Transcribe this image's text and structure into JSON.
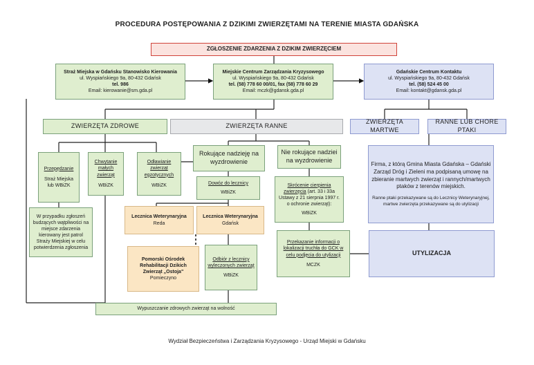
{
  "title": "PROCEDURA POSTĘPOWANIA Z DZIKIMI ZWIERZĘTAMI NA TERENIE MIASTA GDAŃSKA",
  "report": "ZGŁOSZENIE ZDARZENIA Z DZIKIM ZWIERZĘCIEM",
  "straz": {
    "name": "Straż Miejska w Gdańsku Stanowisko Kierowania",
    "address": "ul. Wyspiańskiego 9a, 80-432 Gdańsk",
    "tel": "tel. 986",
    "email": "Email: kierowanie@sm.gda.pl"
  },
  "mczk": {
    "name": "Miejskie Centrum Zarządzania Kryzysowego",
    "address": "ul. Wyspiańskiego 9a, 80-432 Gdańsk",
    "tel": "tel. (58) 778 60 00/01, fax (58) 778 60 29",
    "email": "Email: mczk@gdansk.gda.pl"
  },
  "gck": {
    "name": "Gdańskie Centrum Kontaktu",
    "address": "ul. Wyspiańskiego 9a, 80-432 Gdańsk",
    "tel": "tel. (58) 524 45 00",
    "email": "Email: kontakt@gdansk.gda.pl"
  },
  "categories": {
    "healthy": "ZWIERZĘTA ZDROWE",
    "injured": "ZWIERZĘTA RANNE",
    "dead": "ZWIERZĘTA MARTWE",
    "birds": "RANNE LUB CHORE PTAKI"
  },
  "healthy": {
    "chase_label": "Przepędzanie",
    "chase_by": "Straż Miejska lub WBiZK",
    "catch_label": "Chwytanie małych zwierząt",
    "catch_by": "WBiZK",
    "exotic_label": "Odławianie zwierząt egzotycznych",
    "exotic_by": "WBiZK",
    "doubt": "W przypadku zgłoszeń budzących wątpliwości na miejsce zdarzenia kierowany jest patrol Straży Miejskiej w celu potwierdzenia zgłoszenia"
  },
  "injured": {
    "hopeful": "Rokujące nadzieję na wyzdrowienie",
    "hopeless": "Nie rokujące nadziei na wyzdrowienie",
    "transport_label": "Dowóz do lecznicy",
    "transport_by": "WBiZK",
    "shorten_label": "Skrócenie cierpienia zwierzęcia",
    "shorten_text": "(art. 33 i 33a Ustawy z 21 sierpnia 1997 r. o ochronie zwierząt):",
    "shorten_by": "WBiZK",
    "info_label": "Przekazanie informacji o lokalizacji truchła do GCK w celu podjęcia do utylizacji",
    "info_by": "MCZK",
    "clinic1_name": "Lecznica Weterynaryjna",
    "clinic1_city": "Reda",
    "clinic2_name": "Lecznica Weterynaryjna",
    "clinic2_city": "Gdańsk",
    "center_name": "Pomorski Ośrodek Rehabilitacji Dzikich Zwierząt „Ostoja\"",
    "center_city": "Pomieczyno",
    "pickup_label": "Odbiór z lecznicy wyleczonych zwierząt",
    "pickup_by": "WBiZK"
  },
  "release": "Wypuszczanie zdrowych zwierząt na wolność",
  "firm": {
    "text": "Firma, z którą Gmina Miasta Gdańska – Gdański Zarząd Dróg i Zieleni ma podpisaną umowę na zbieranie martwych zwierząt i rannych/martwych ptaków z terenów miejskich.",
    "note": "Ranne ptaki przekazywane są do Lecznicy Weterynaryjnej, martwe zwierzęta przekazywane są do utylizacji"
  },
  "disposal": "UTYLIZACJA",
  "footer": "Wydział Bezpieczeństwa i Zarządzania Kryzysowego - Urząd Miejski w Gdańsku",
  "colors": {
    "green": "#dfeecf",
    "grey": "#e7e8ea",
    "blue": "#dde2f4",
    "orange": "#fbe6c4",
    "red_border": "#d0433a"
  }
}
